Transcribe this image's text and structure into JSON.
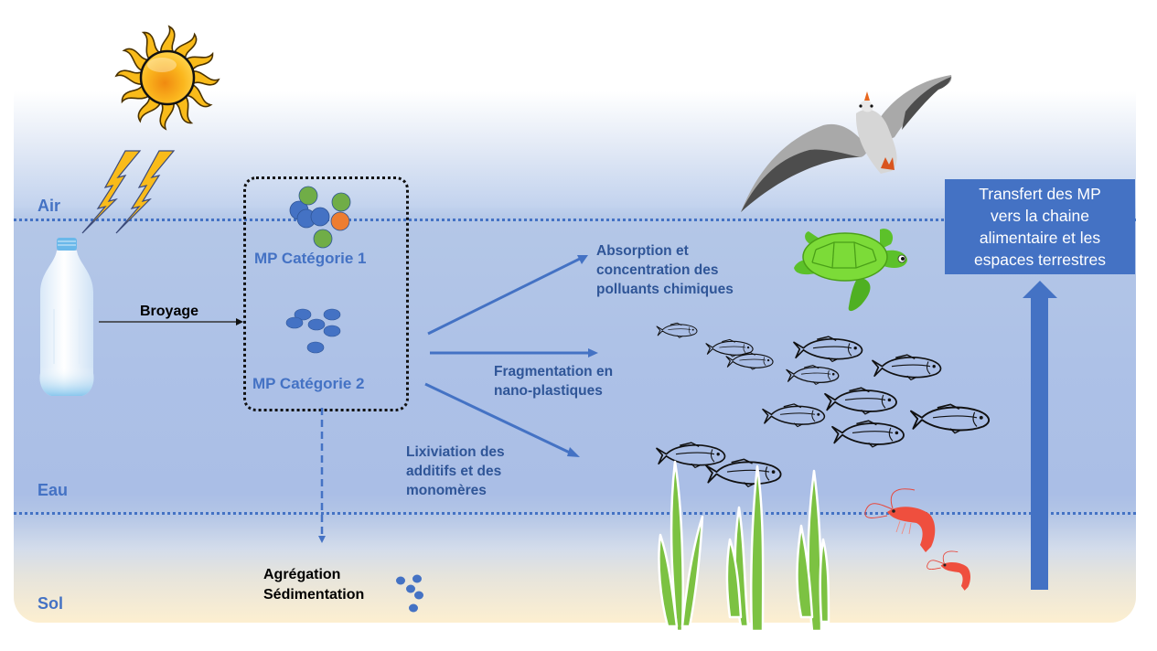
{
  "layers": {
    "air": "Air",
    "water": "Eau",
    "soil": "Sol"
  },
  "process": {
    "grinding": "Broyage",
    "mp_category_1": "MP Catégorie 1",
    "mp_category_2": "MP Catégorie 2",
    "absorption": [
      "Absorption et",
      "concentration des",
      "polluants chimiques"
    ],
    "fragmentation": [
      "Fragmentation en",
      "nano-plastiques"
    ],
    "leaching": [
      "Lixiviation des",
      "additifs et des",
      "monomères"
    ],
    "sedimentation": [
      "Agrégation",
      "Sédimentation"
    ]
  },
  "transfer_box": {
    "lines": [
      "Transfert des MP",
      "vers la chaine",
      "alimentaire et les",
      "espaces terrestres"
    ]
  },
  "illustrations": [
    "sun-icon",
    "lightning-icon",
    "plastic-bottle-icon",
    "seagull-icon",
    "turtle-icon",
    "fish-school-icon",
    "seaweed-icon",
    "shrimp-icon"
  ],
  "colors": {
    "accent_blue": "#4472c4",
    "text_dark_blue": "#2f5597",
    "green_particle": "#70ad47",
    "orange_particle": "#ed7d31",
    "sun_yellow": "#f5b800",
    "shrimp_red": "#e8473a"
  }
}
